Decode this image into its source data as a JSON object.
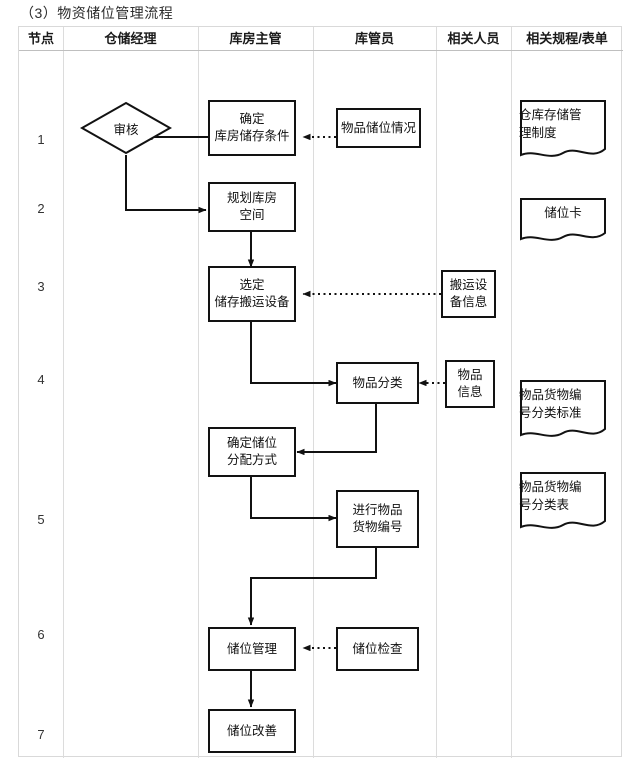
{
  "caption": "（3）物资储位管理流程",
  "table": {
    "columns": [
      {
        "id": "node",
        "label": "节点"
      },
      {
        "id": "warehouse_manager",
        "label": "仓储经理"
      },
      {
        "id": "storeroom_supervisor",
        "label": "库房主管"
      },
      {
        "id": "storekeeper",
        "label": "库管员"
      },
      {
        "id": "related_personnel",
        "label": "相关人员"
      },
      {
        "id": "related_docs",
        "label": "相关规程/表单"
      }
    ],
    "row_numbers": [
      "1",
      "2",
      "3",
      "4",
      "5",
      "6",
      "7"
    ]
  },
  "flow": {
    "decisions": [
      {
        "id": "review",
        "label": "审核",
        "column": "warehouse_manager",
        "row": "1"
      }
    ],
    "processes": [
      {
        "id": "confirm-storage-conditions",
        "lines": [
          "确定",
          "库房储存条件"
        ],
        "column": "storeroom_supervisor",
        "row": "1"
      },
      {
        "id": "item-location-status",
        "lines": [
          "物品储位情况"
        ],
        "column": "storekeeper",
        "row": "1"
      },
      {
        "id": "plan-warehouse-space",
        "lines": [
          "规划库房",
          "空间"
        ],
        "column": "storeroom_supervisor",
        "row": "2"
      },
      {
        "id": "select-handling-equipment",
        "lines": [
          "选定",
          "储存搬运设备"
        ],
        "column": "storeroom_supervisor",
        "row": "3"
      },
      {
        "id": "handling-equipment-info",
        "lines": [
          "搬运设",
          "备信息"
        ],
        "column": "related_personnel",
        "row": "3"
      },
      {
        "id": "item-classification",
        "lines": [
          "物品分类"
        ],
        "column": "storekeeper",
        "row": "4"
      },
      {
        "id": "item-info",
        "lines": [
          "物品",
          "信息"
        ],
        "column": "related_personnel",
        "row": "4"
      },
      {
        "id": "confirm-allocation-method",
        "lines": [
          "确定储位",
          "分配方式"
        ],
        "column": "storeroom_supervisor",
        "row": "4"
      },
      {
        "id": "perform-item-numbering",
        "lines": [
          "进行物品",
          "货物编号"
        ],
        "column": "storekeeper",
        "row": "5"
      },
      {
        "id": "location-management",
        "lines": [
          "储位管理"
        ],
        "column": "storeroom_supervisor",
        "row": "6"
      },
      {
        "id": "location-inspection",
        "lines": [
          "储位检查"
        ],
        "column": "storekeeper",
        "row": "6"
      },
      {
        "id": "location-improvement",
        "lines": [
          "储位改善"
        ],
        "column": "storeroom_supervisor",
        "row": "7"
      }
    ],
    "documents": [
      {
        "id": "warehouse-storage-system",
        "lines": [
          "仓库存储管",
          "理制度"
        ],
        "column": "related_docs",
        "row": "1"
      },
      {
        "id": "location-card",
        "lines": [
          "储位卡"
        ],
        "column": "related_docs",
        "row": "2"
      },
      {
        "id": "goods-number-classification-standard",
        "lines": [
          "物品货物编",
          "号分类标准"
        ],
        "column": "related_docs",
        "row": "4"
      },
      {
        "id": "goods-number-classification-table",
        "lines": [
          "物品货物编",
          "号分类表"
        ],
        "column": "related_docs",
        "row": "5"
      }
    ],
    "connector_styles": {
      "solid": "solid",
      "dotted": "dotted"
    }
  },
  "colors": {
    "shape_border": "#121212",
    "shape_fill": "#ffffff",
    "connector": "#111111",
    "grid_line": "#dcdcdc",
    "header_divider": "#bfbfbf",
    "text": "#111111",
    "page_background": "#ffffff"
  }
}
